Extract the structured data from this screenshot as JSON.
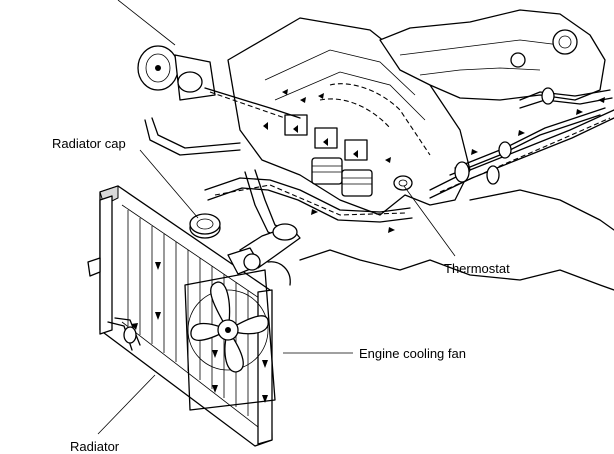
{
  "labels": {
    "radiator_cap": "Radiator cap",
    "thermostat": "Thermostat",
    "engine_cooling_fan": "Engine cooling fan",
    "radiator": "Radiator"
  }
}
